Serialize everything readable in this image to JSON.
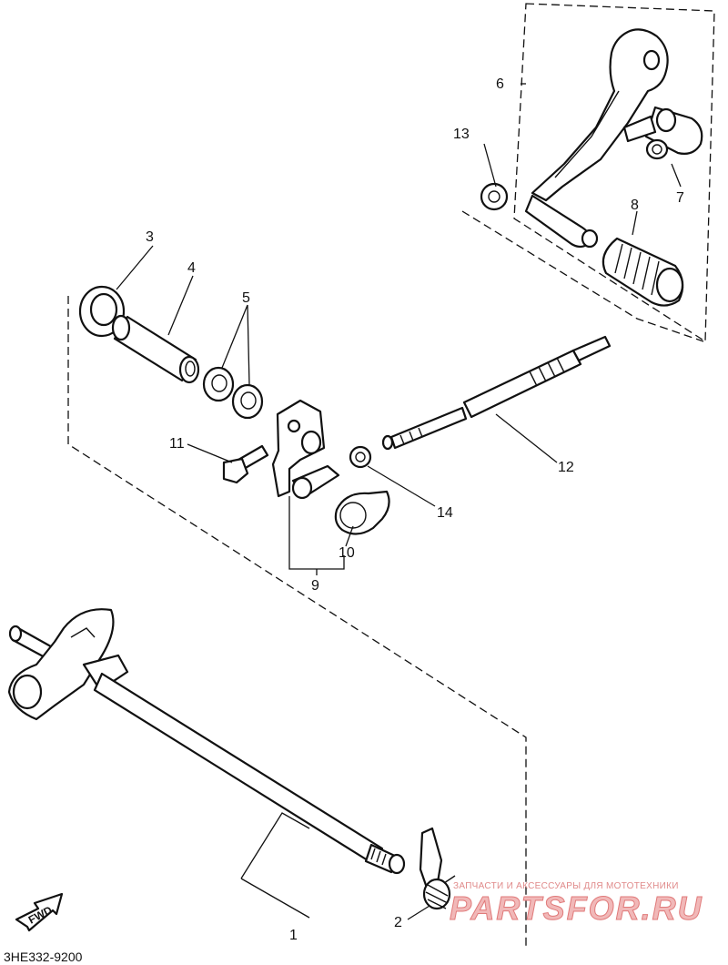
{
  "diagram": {
    "code": "3HE332-9200",
    "fwd_label": "FWD",
    "callouts": [
      "1",
      "2",
      "3",
      "4",
      "5",
      "6",
      "7",
      "8",
      "9",
      "10",
      "11",
      "12",
      "13",
      "14"
    ]
  },
  "watermark": {
    "tagline": "ЗАПЧАСТИ И АКСЕССУАРЫ ДЛЯ МОТОТЕХНИКИ",
    "brand": "PARTSFOR.RU"
  }
}
